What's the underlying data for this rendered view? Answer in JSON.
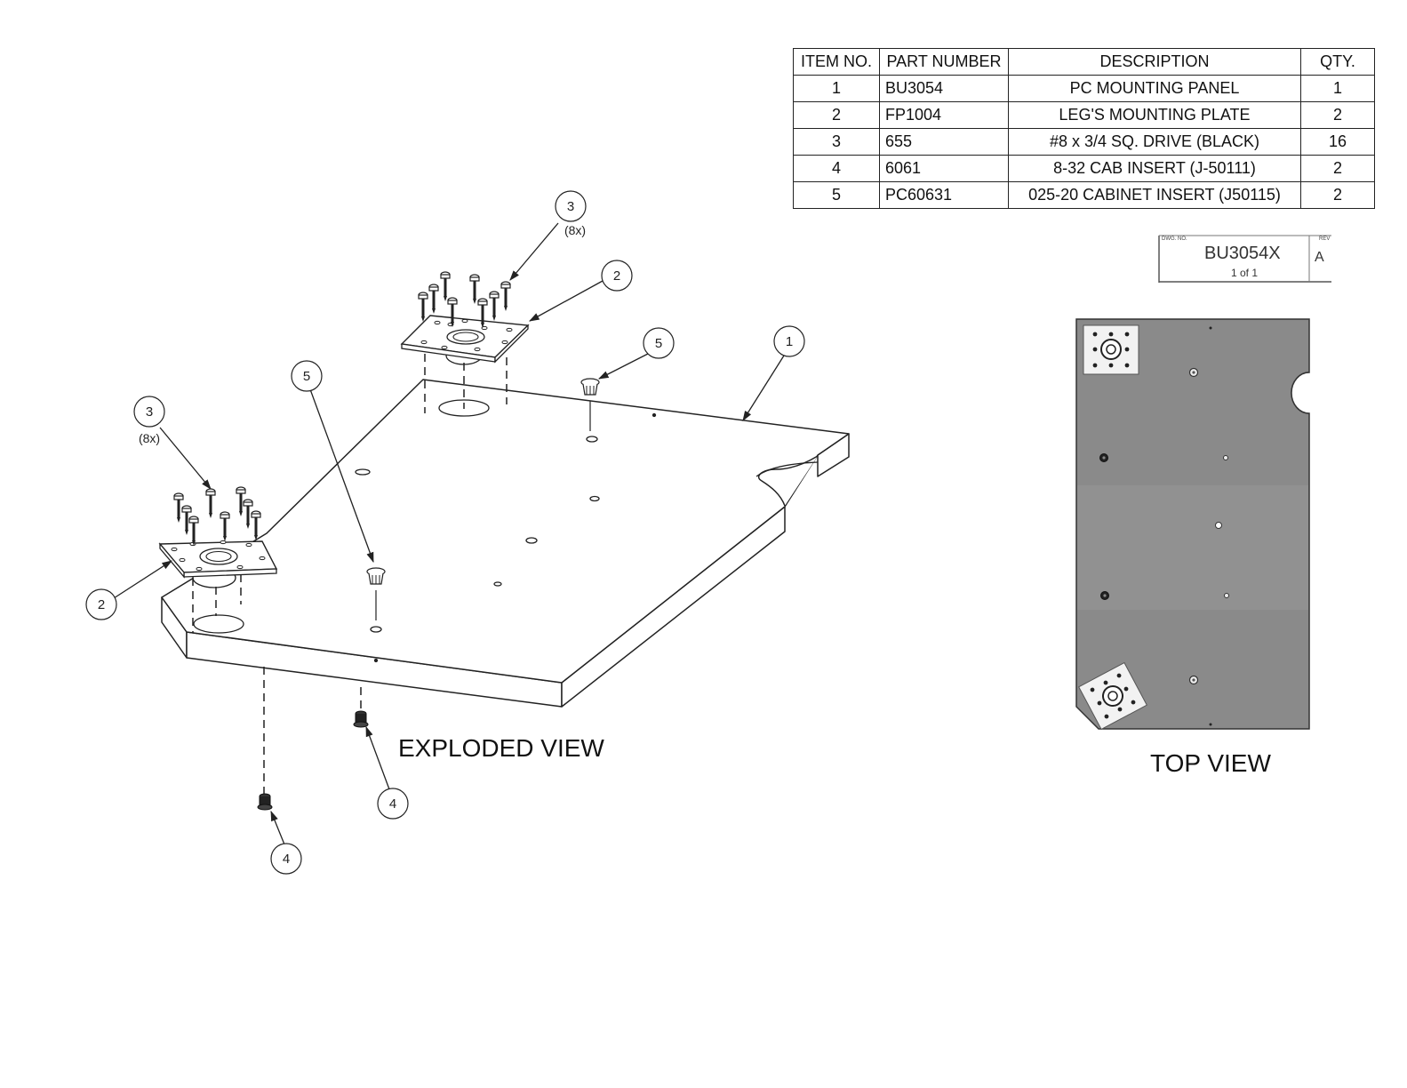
{
  "bom": {
    "headers": [
      "ITEM NO.",
      "PART NUMBER",
      "DESCRIPTION",
      "QTY."
    ],
    "rows": [
      [
        "1",
        "BU3054",
        "PC MOUNTING PANEL",
        "1"
      ],
      [
        "2",
        "FP1004",
        "LEG'S MOUNTING PLATE",
        "2"
      ],
      [
        "3",
        "655",
        "#8 x 3/4 SQ. DRIVE (BLACK)",
        "16"
      ],
      [
        "4",
        "6061",
        "8-32 CAB INSERT (J-50111)",
        "2"
      ],
      [
        "5",
        "PC60631",
        "025-20 CABINET INSERT (J50115)",
        "2"
      ]
    ]
  },
  "title_block": {
    "dwg_no_label": "DWG. NO.",
    "dwg_no": "BU3054X",
    "sheet": "1 of 1",
    "rev_label": "REV",
    "rev": "A"
  },
  "views": {
    "exploded_label": "EXPLODED VIEW",
    "top_label": "TOP VIEW"
  },
  "balloons": [
    {
      "id": "balloon-3-top",
      "text": "3",
      "qty": "(8x)"
    },
    {
      "id": "balloon-2-top",
      "text": "2",
      "qty": ""
    },
    {
      "id": "balloon-5-right",
      "text": "5",
      "qty": ""
    },
    {
      "id": "balloon-1",
      "text": "1",
      "qty": ""
    },
    {
      "id": "balloon-5-left",
      "text": "5",
      "qty": ""
    },
    {
      "id": "balloon-3-left",
      "text": "3",
      "qty": "(8x)"
    },
    {
      "id": "balloon-2-left",
      "text": "2",
      "qty": ""
    },
    {
      "id": "balloon-4-center",
      "text": "4",
      "qty": ""
    },
    {
      "id": "balloon-4-bottom",
      "text": "4",
      "qty": ""
    }
  ],
  "colors": {
    "panel_top_view": "#8a8a8a",
    "plate_top_view": "#f2f2f2",
    "line": "#222222"
  }
}
